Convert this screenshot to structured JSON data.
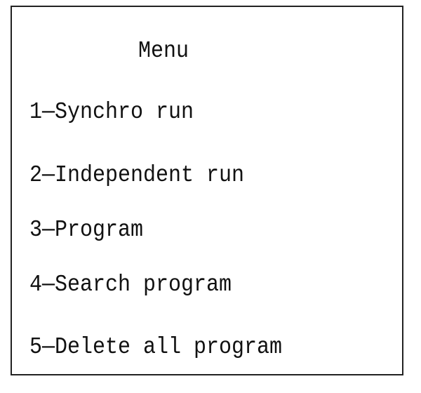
{
  "menu": {
    "title": "Menu",
    "items": [
      {
        "label": "1—Synchro run"
      },
      {
        "label": "2—Independent run"
      },
      {
        "label": "3—Program"
      },
      {
        "label": "4—Search program"
      },
      {
        "label": "5—Delete all program"
      }
    ]
  }
}
